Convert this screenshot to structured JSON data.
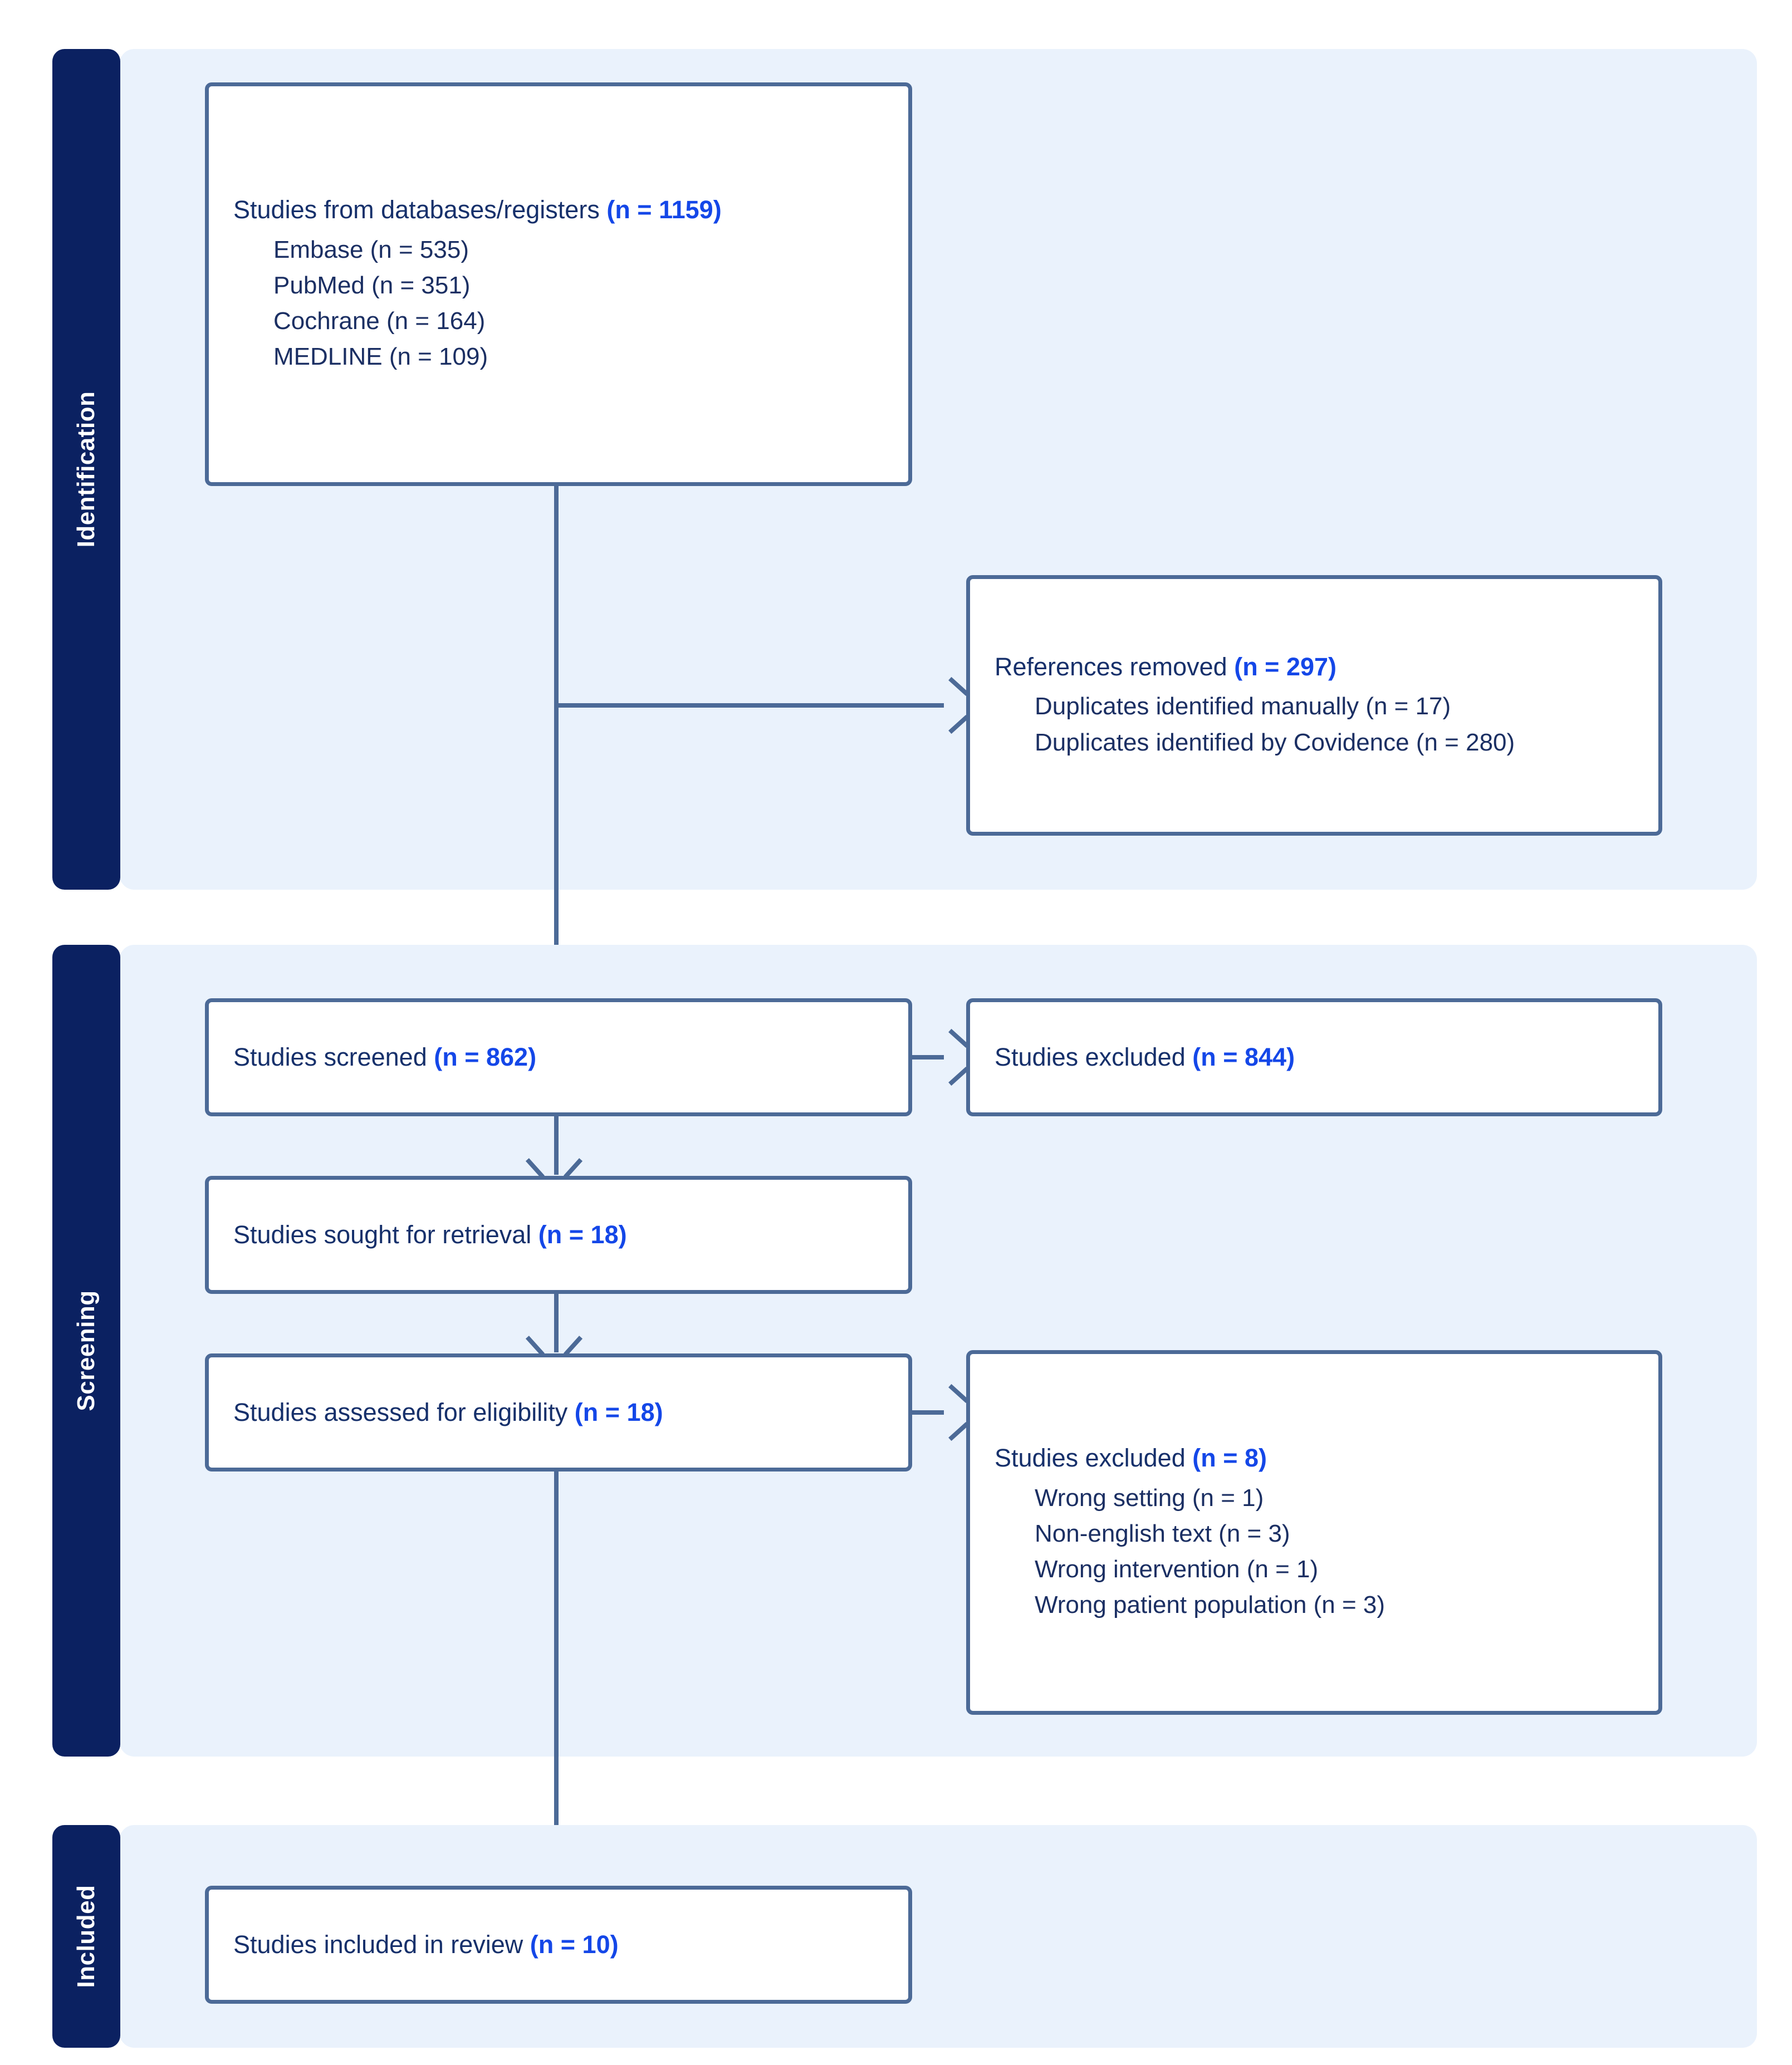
{
  "diagram": {
    "type": "PRISMA flow diagram",
    "colors": {
      "stage_bar": "#0b2161",
      "stage_panel": "#eaf2fc",
      "box_border": "#4c6a97",
      "body_text": "#1b2f63",
      "count_highlight": "#1447e8",
      "connector": "#4c6a97"
    }
  },
  "stages": [
    {
      "key": "identification",
      "label": "Identification"
    },
    {
      "key": "screening",
      "label": "Screening"
    },
    {
      "key": "included",
      "label": "Included"
    }
  ],
  "boxes": {
    "sources": {
      "title_text": "Studies from databases/registers ",
      "title_count": "(n = 1159)",
      "items": [
        "Embase (n = 535)",
        "PubMed (n = 351)",
        "Cochrane (n = 164)",
        "MEDLINE (n = 109)"
      ]
    },
    "removed": {
      "title_text": "References removed ",
      "title_count": "(n = 297)",
      "items": [
        "Duplicates identified manually (n = 17)",
        "Duplicates identified by Covidence (n = 280)"
      ]
    },
    "screened": {
      "title_text": "Studies screened ",
      "title_count": "(n = 862)",
      "items": []
    },
    "excluded_screened": {
      "title_text": "Studies excluded ",
      "title_count": "(n = 844)",
      "items": []
    },
    "sought": {
      "title_text": "Studies sought for retrieval ",
      "title_count": "(n = 18)",
      "items": []
    },
    "assessed": {
      "title_text": "Studies assessed for eligibility ",
      "title_count": "(n = 18)",
      "items": []
    },
    "excluded_eligibility": {
      "title_text": "Studies excluded ",
      "title_count": "(n = 8)",
      "items": [
        "Wrong setting (n = 1)",
        "Non-english text (n = 3)",
        "Wrong intervention (n = 1)",
        "Wrong patient population (n = 3)"
      ]
    },
    "included": {
      "title_text": "Studies included in review ",
      "title_count": "(n = 10)",
      "items": []
    }
  }
}
